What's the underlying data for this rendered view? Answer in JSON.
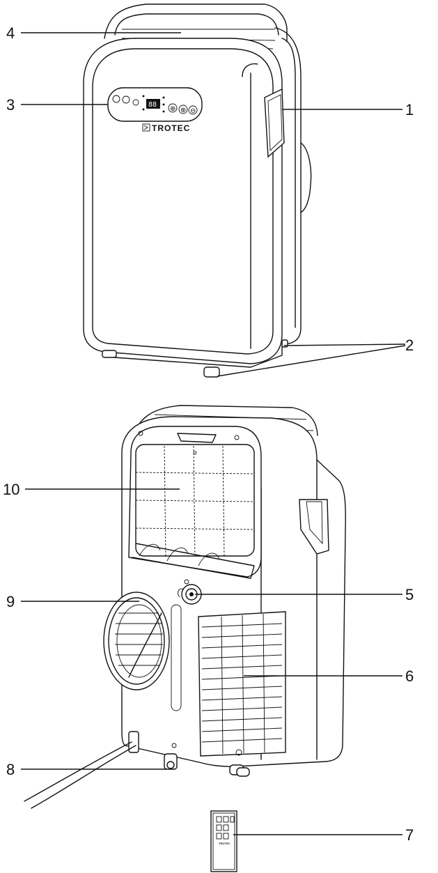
{
  "callouts": [
    {
      "id": "1",
      "label": "1"
    },
    {
      "id": "2",
      "label": "2"
    },
    {
      "id": "3",
      "label": "3"
    },
    {
      "id": "4",
      "label": "4"
    },
    {
      "id": "5",
      "label": "5"
    },
    {
      "id": "6",
      "label": "6"
    },
    {
      "id": "7",
      "label": "7"
    },
    {
      "id": "8",
      "label": "8"
    },
    {
      "id": "9",
      "label": "9"
    },
    {
      "id": "10",
      "label": "10"
    }
  ],
  "unit_front": {
    "brand_logo_text": "TROTEC",
    "display_readout": "88",
    "control_buttons": [
      "⊕",
      "⊕",
      "⊖"
    ]
  },
  "remote": {
    "brand_logo_text": "TROTEC"
  }
}
